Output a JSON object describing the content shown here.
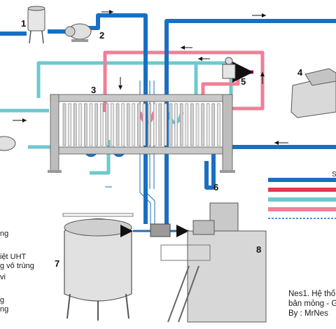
{
  "colors": {
    "product_blue": "#1a6fc0",
    "hot_red": "#e23a4f",
    "water_pink": "#f07f97",
    "cooling_cyan": "#6ec9cd",
    "steam_red": "#c8123c",
    "equipment_grey": "#c9c9c9"
  },
  "diagram": {
    "component_numbers": [
      "1",
      "2",
      "3",
      "4",
      "5",
      "6",
      "7",
      "8"
    ]
  },
  "left_text_fragments": [
    "ng",
    "iệt UHT",
    "g vô trùng",
    "vi",
    "g",
    "ng"
  ],
  "caption": {
    "line1": "Nes1. Hệ thố",
    "line2": "bản mỏng - G",
    "line3": "By : MrNes"
  }
}
